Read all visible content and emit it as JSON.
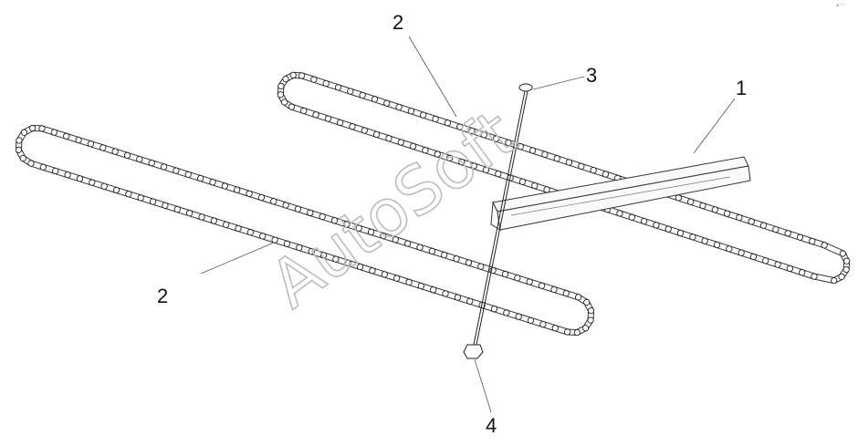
{
  "callouts": {
    "angle_bar": "1",
    "chain_upper": "2",
    "chain_lower": "2",
    "bolt": "3",
    "nut": "4"
  },
  "watermark": "AutoSoft",
  "corner_mark": "°´¨"
}
